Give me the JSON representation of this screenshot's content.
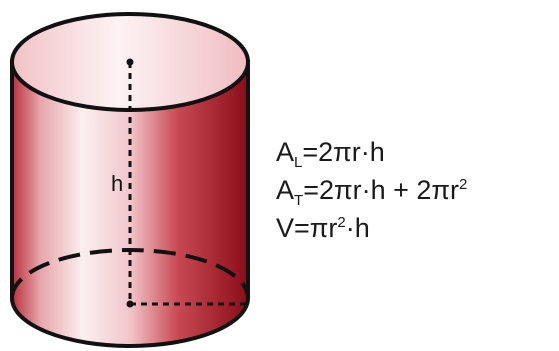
{
  "diagram": {
    "height_label": "h",
    "colors": {
      "side_light": "#f6d9dc",
      "side_mid": "#c94a54",
      "side_dark": "#8e0f1b",
      "top_face": "#f9e2e4",
      "outline": "#111111"
    }
  },
  "formulas": {
    "lateral_area": {
      "lhs": "A",
      "lhs_sub": "L",
      "rhs": "=2πr·h"
    },
    "total_area": {
      "lhs": "A",
      "lhs_sub": "T",
      "rhs": "=2πr·h + 2πr",
      "rhs_sup": "2"
    },
    "volume": {
      "lhs": "V=πr",
      "lhs_sup": "2",
      "rhs": "·h"
    }
  }
}
